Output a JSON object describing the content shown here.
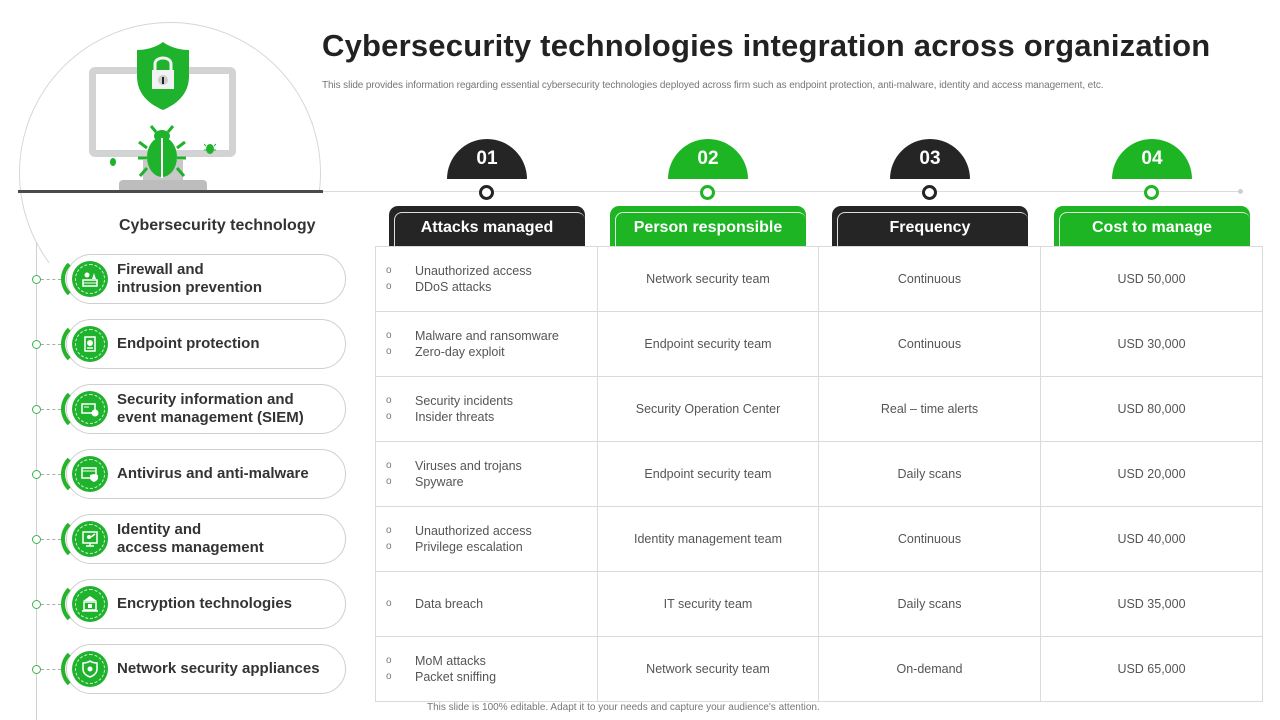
{
  "header": {
    "title": "Cybersecurity technologies integration across organization",
    "subtitle": "This slide provides information regarding essential cybersecurity technologies deployed across firm such as endpoint protection, anti-malware, identity and access management, etc."
  },
  "illustration": {
    "icons": [
      "monitor-icon",
      "shield-lock-icon",
      "bug-icon"
    ]
  },
  "left_panel": {
    "heading": "Cybersecurity technology",
    "items": [
      {
        "label": "Firewall and\nintrusion prevention",
        "icon": "firewall-icon"
      },
      {
        "label": "Endpoint protection",
        "icon": "endpoint-icon"
      },
      {
        "label": "Security information and\nevent management (SIEM)",
        "icon": "siem-icon"
      },
      {
        "label": "Antivirus and anti-malware",
        "icon": "antivirus-icon"
      },
      {
        "label": "Identity and\naccess management",
        "icon": "identity-icon"
      },
      {
        "label": "Encryption technologies",
        "icon": "encryption-icon"
      },
      {
        "label": "Network security appliances",
        "icon": "network-shield-icon"
      }
    ]
  },
  "columns": [
    {
      "number": "01",
      "label": "Attacks managed",
      "style": "dark"
    },
    {
      "number": "02",
      "label": "Person responsible",
      "style": "green"
    },
    {
      "number": "03",
      "label": "Frequency",
      "style": "dark"
    },
    {
      "number": "04",
      "label": "Cost to manage",
      "style": "green"
    }
  ],
  "rows": [
    {
      "attacks": [
        "Unauthorized access",
        "DDoS attacks"
      ],
      "person": "Network security team",
      "frequency": "Continuous",
      "cost": "USD 50,000"
    },
    {
      "attacks": [
        "Malware and ransomware",
        "Zero-day  exploit"
      ],
      "person": "Endpoint security team",
      "frequency": "Continuous",
      "cost": "USD 30,000"
    },
    {
      "attacks": [
        "Security incidents",
        "Insider threats"
      ],
      "person": "Security Operation Center",
      "frequency": "Real – time alerts",
      "cost": "USD 80,000"
    },
    {
      "attacks": [
        "Viruses and trojans",
        "Spyware"
      ],
      "person": "Endpoint security team",
      "frequency": "Daily scans",
      "cost": "USD 20,000"
    },
    {
      "attacks": [
        "Unauthorized access",
        "Privilege  escalation"
      ],
      "person": "Identity management  team",
      "frequency": "Continuous",
      "cost": "USD 40,000"
    },
    {
      "attacks": [
        "Data breach"
      ],
      "person": "IT security team",
      "frequency": "Daily scans",
      "cost": "USD 35,000"
    },
    {
      "attacks": [
        "MoM attacks",
        "Packet sniffing"
      ],
      "person": "Network security team",
      "frequency": "On-demand",
      "cost": "USD 65,000"
    }
  ],
  "footer": "This slide is 100% editable.  Adapt it to your needs and capture your audience's attention.",
  "colors": {
    "green": "#1db523",
    "dark": "#252525",
    "grid": "#dadada",
    "text": "#555555"
  }
}
